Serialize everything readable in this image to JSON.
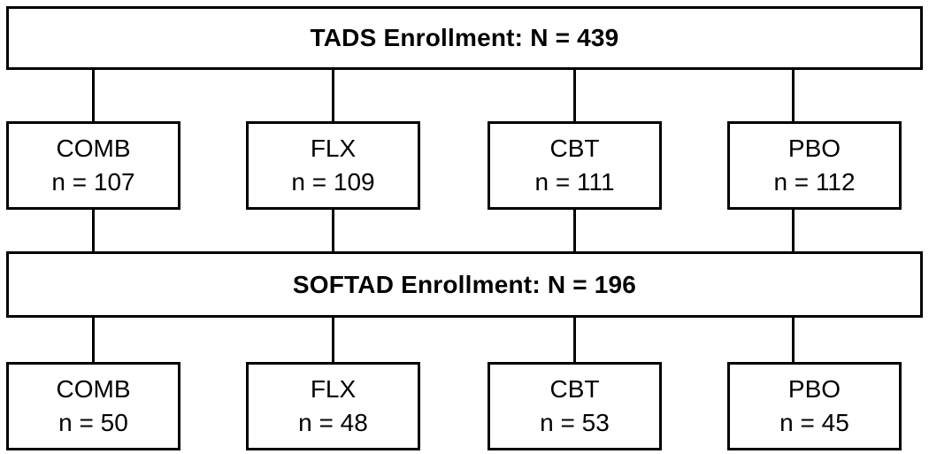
{
  "diagram": {
    "tads": {
      "title": "TADS Enrollment: N = 439",
      "groups": [
        {
          "label": "COMB",
          "count": "n = 107"
        },
        {
          "label": "FLX",
          "count": "n = 109"
        },
        {
          "label": "CBT",
          "count": "n = 111"
        },
        {
          "label": "PBO",
          "count": "n = 112"
        }
      ]
    },
    "softad": {
      "title": "SOFTAD Enrollment: N = 196",
      "groups": [
        {
          "label": "COMB",
          "count": "n = 50"
        },
        {
          "label": "FLX",
          "count": "n = 48"
        },
        {
          "label": "CBT",
          "count": "n = 53"
        },
        {
          "label": "PBO",
          "count": "n = 45"
        }
      ]
    },
    "colors": {
      "line": "#000000",
      "background": "#ffffff",
      "text": "#000000"
    }
  }
}
